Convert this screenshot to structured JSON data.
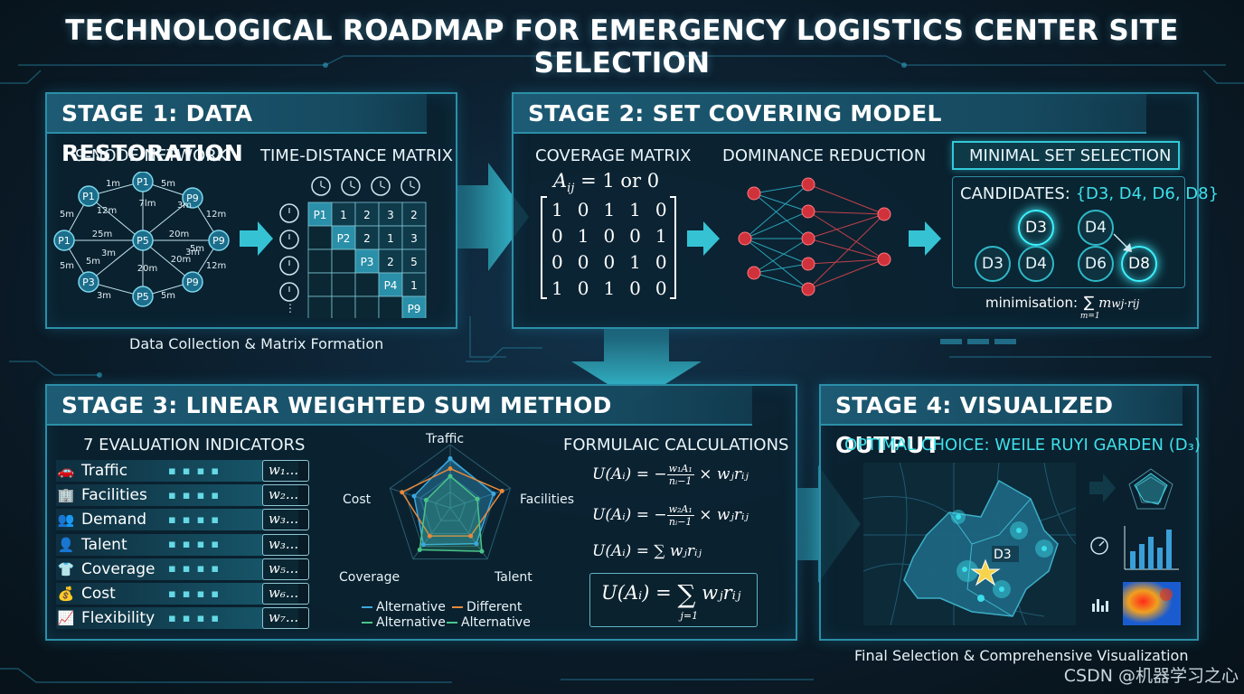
{
  "title": "TECHNOLOGICAL ROADMAP FOR EMERGENCY LOGISTICS CENTER SITE SELECTION",
  "stage1": {
    "heading": "STAGE 1: DATA RESTORATION",
    "network_title": "9-NODE NETWORK",
    "matrix_title": "TIME-DISTANCE MATRIX",
    "caption": "Data Collection & Matrix Formation",
    "nodes": [
      "P1",
      "P1",
      "P9",
      "P1",
      "P5",
      "P9",
      "P3",
      "P5",
      "P9"
    ],
    "edge_labels": [
      "1m",
      "5m",
      "5m",
      "12m",
      "7lm",
      "3m",
      "12m",
      "25m",
      "20m",
      "5m",
      "3m",
      "20m",
      "5m",
      "3m",
      "5m",
      "12m",
      "20m",
      "3m",
      "5m"
    ],
    "matrix_diag": [
      "P1",
      "P2",
      "P3",
      "P4",
      "P9"
    ],
    "matrix_cells": [
      [
        "1",
        "2",
        "3",
        "2"
      ],
      [
        "2",
        "1",
        "3"
      ],
      [
        "2",
        "5"
      ],
      [
        "1"
      ]
    ],
    "matrix_more": "⋮"
  },
  "stage2": {
    "heading": "STAGE 2: SET COVERING MODEL",
    "coverage_title": "COVERAGE MATRIX",
    "coverage_expr": "A",
    "coverage_sub": "ij",
    "coverage_eq": "= 1   or  0",
    "coverage_rows": [
      "10110",
      "01001",
      "00010",
      "10100"
    ],
    "dominance_title": "DOMINANCE REDUCTION",
    "minimal_title": "MINIMAL SET SELECTION",
    "candidates_label": "CANDIDATES:",
    "candidates_set": "{D3, D4, D6, D8}",
    "candidate_nodes": [
      "D3",
      "D4",
      "D3",
      "D4",
      "D6",
      "D8"
    ],
    "minimisation_label": "minimisation:",
    "minimisation_expr": "m",
    "minimisation_tail": "wj·rij",
    "minimisation_lower": "m=1"
  },
  "stage3": {
    "heading": "STAGE 3: LINEAR WEIGHTED SUM METHOD",
    "indicators_title": "7 EVALUATION INDICATORS",
    "indicators": [
      {
        "label": "Traffic",
        "icon": "car-icon",
        "glyph": "🚗",
        "weight": "w₁..."
      },
      {
        "label": "Facilities",
        "icon": "building-icon",
        "glyph": "🏢",
        "weight": "w₂..."
      },
      {
        "label": "Demand",
        "icon": "people-icon",
        "glyph": "👥",
        "weight": "w₃..."
      },
      {
        "label": "Talent",
        "icon": "talent-icon",
        "glyph": "👤",
        "weight": "w₃..."
      },
      {
        "label": "Coverage",
        "icon": "shirt-icon",
        "glyph": "👕",
        "weight": "w₅..."
      },
      {
        "label": "Cost",
        "icon": "money-bag-icon",
        "glyph": "💰",
        "weight": "w₆..."
      },
      {
        "label": "Flexibility",
        "icon": "chart-icon",
        "glyph": "📈",
        "weight": "w₇..."
      }
    ],
    "radar_labels": [
      "Traffic",
      "Facilities",
      "Talent",
      "Coverage",
      "Cost"
    ],
    "legend": [
      "Alternative",
      "Different",
      "Alternative",
      "Alternative"
    ],
    "legend_colors": [
      "#3aa8e0",
      "#e8893a",
      "#49c58a",
      "#49c58a"
    ],
    "formulas_title": "FORMULAIC CALCULATIONS",
    "formula_lhs": "U(Aᵢ) = −",
    "formula1_num": "w₁A₁",
    "formula1_den": "nᵢ−1",
    "formula2_num": "w₂A₁",
    "formula2_den": "nᵢ−1",
    "formula_tail": "× wⱼrᵢⱼ",
    "formula3": "U(Aᵢ) = ∑ wⱼrᵢⱼ",
    "formula_main_lhs": "U(Aᵢ) =",
    "formula_main_sum": "∑",
    "formula_main_lower": "j=1",
    "formula_main_rhs": "wⱼrᵢⱼ"
  },
  "stage4": {
    "heading": "STAGE 4: VISUALIZED OUTPUT",
    "optimal": "OPTIMAL CHOICE: WEILE RUYI GARDEN (D₃)",
    "map_label": "D3",
    "caption": "Final Selection & Comprehensive Visualization"
  },
  "watermark": "CSDN @机器学习之心"
}
